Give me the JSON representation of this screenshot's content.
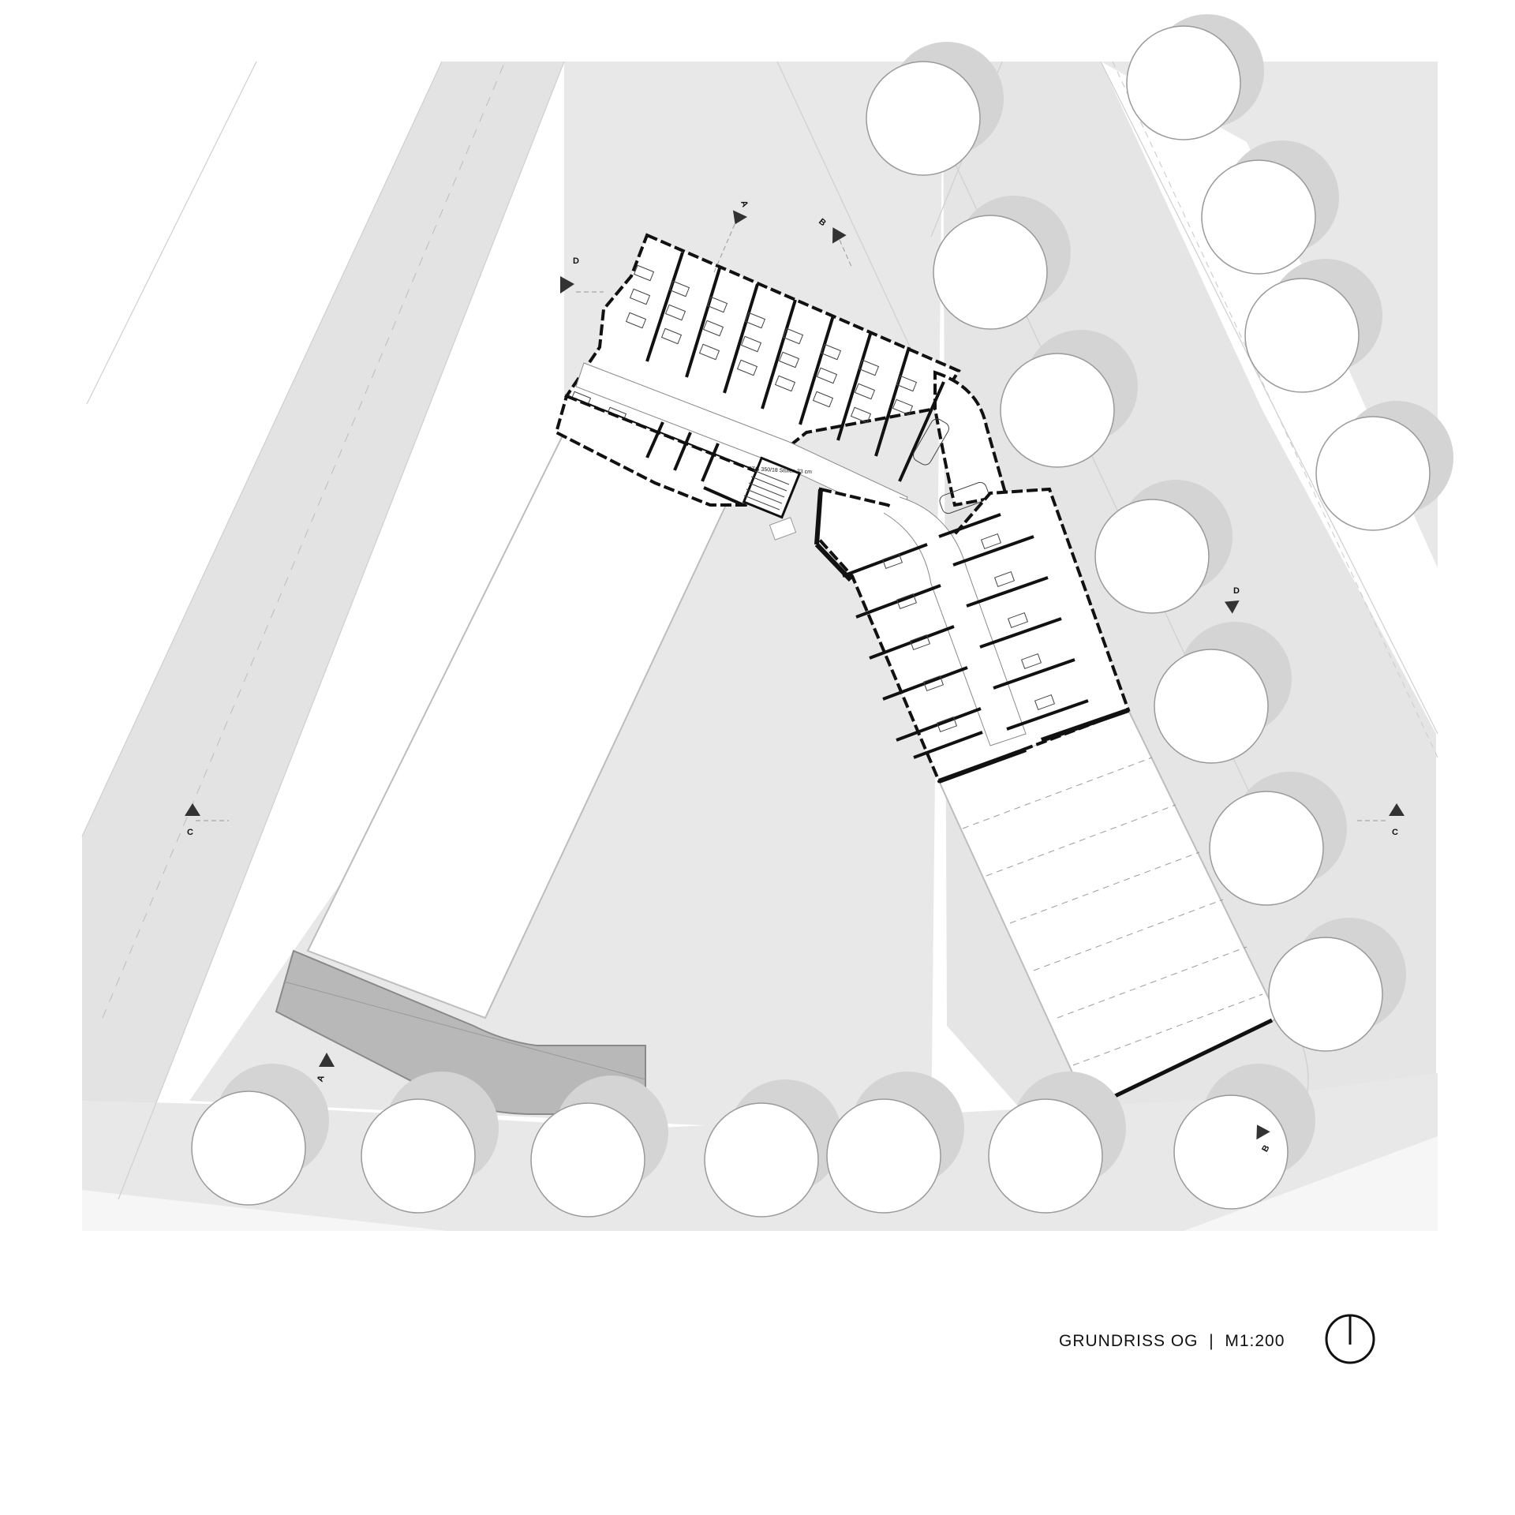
{
  "title": {
    "plan_name": "GRUNDRISS OG",
    "separator": "|",
    "scale": "M1:200"
  },
  "section_markers": [
    {
      "id": "A",
      "label": "A"
    },
    {
      "id": "A",
      "label": "A"
    },
    {
      "id": "B",
      "label": "B"
    },
    {
      "id": "B",
      "label": "B"
    },
    {
      "id": "C",
      "label": "C"
    },
    {
      "id": "C",
      "label": "C"
    },
    {
      "id": "D",
      "label": "D"
    },
    {
      "id": "D",
      "label": "D"
    }
  ],
  "stair_label": "STG 350/18 Stufen 33 cm",
  "icons": {
    "north": "north-arrow-icon",
    "tree": "tree-icon",
    "section": "section-marker-icon"
  },
  "colors": {
    "ground": "#e6e6e6",
    "tree_shadow": "#d2d2d2",
    "ramp": "#b8b8b8",
    "wall": "#111111"
  }
}
